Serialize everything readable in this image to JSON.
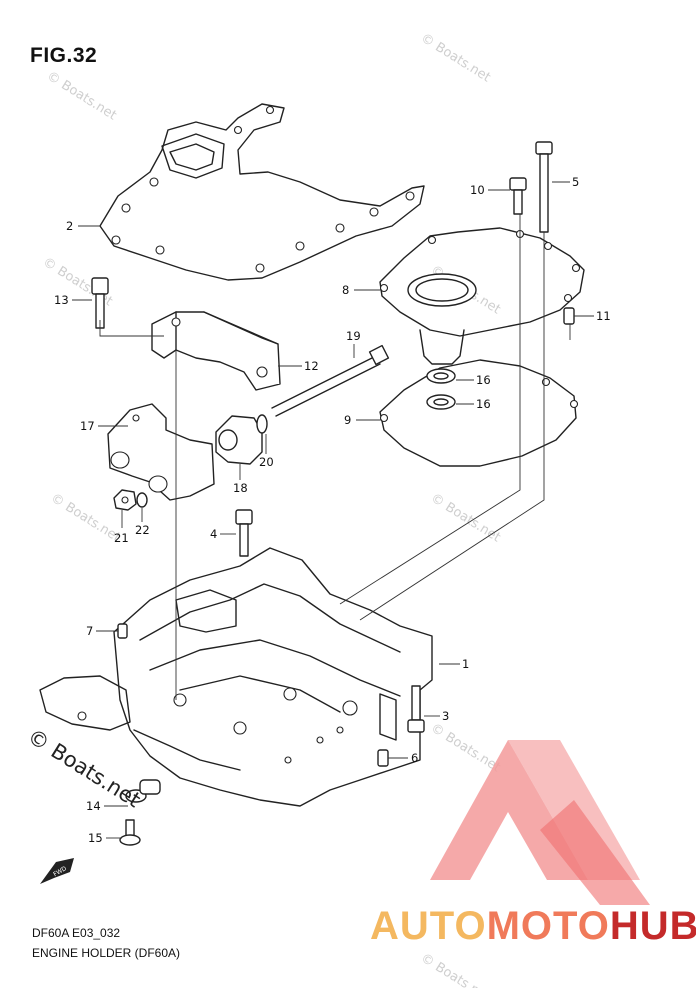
{
  "figure": {
    "title": "FIG.32",
    "code": "DF60A E03_032",
    "name": "ENGINE HOLDER (DF60A)"
  },
  "watermark": {
    "text": "© Boats.net"
  },
  "brand": {
    "part1": "AUTO",
    "part2": "MOTO",
    "part3": "HUB",
    "colors": {
      "part1": "#f4b860",
      "part2": "#f07a5a",
      "part3": "#c42a2a",
      "triangle": "#f28a8a"
    }
  },
  "fwd_label": "FWD",
  "callouts": [
    {
      "id": "1",
      "label": "1"
    },
    {
      "id": "2",
      "label": "2"
    },
    {
      "id": "3",
      "label": "3"
    },
    {
      "id": "4",
      "label": "4"
    },
    {
      "id": "5",
      "label": "5"
    },
    {
      "id": "6",
      "label": "6"
    },
    {
      "id": "7",
      "label": "7"
    },
    {
      "id": "8",
      "label": "8"
    },
    {
      "id": "9",
      "label": "9"
    },
    {
      "id": "10",
      "label": "10"
    },
    {
      "id": "11",
      "label": "11"
    },
    {
      "id": "12",
      "label": "12"
    },
    {
      "id": "13",
      "label": "13"
    },
    {
      "id": "14",
      "label": "14"
    },
    {
      "id": "15",
      "label": "15"
    },
    {
      "id": "16a",
      "label": "16"
    },
    {
      "id": "16b",
      "label": "16"
    },
    {
      "id": "17",
      "label": "17"
    },
    {
      "id": "18",
      "label": "18"
    },
    {
      "id": "19",
      "label": "19"
    },
    {
      "id": "20",
      "label": "20"
    },
    {
      "id": "21",
      "label": "21"
    },
    {
      "id": "22",
      "label": "22"
    }
  ]
}
